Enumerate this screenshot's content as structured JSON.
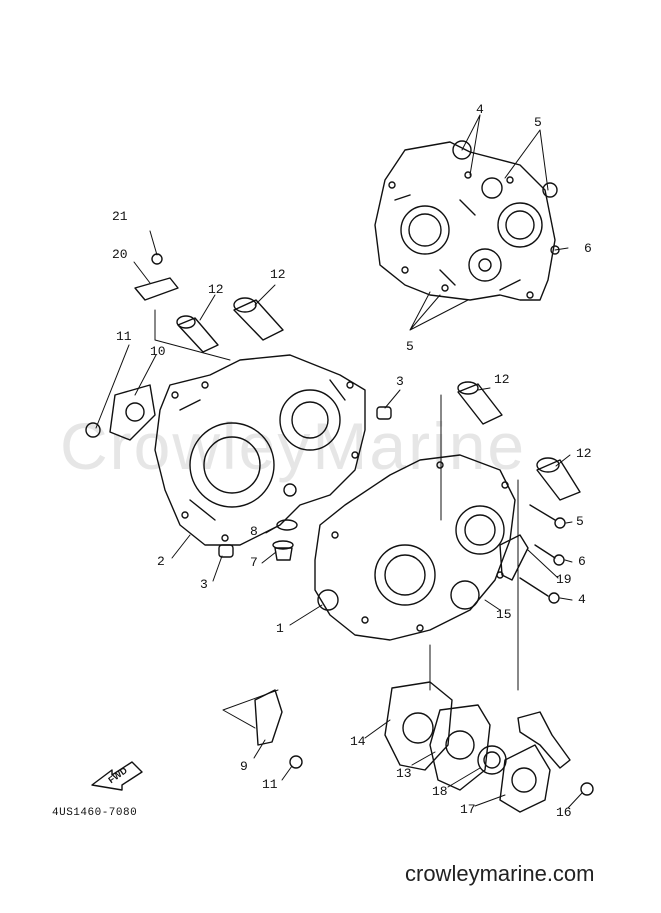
{
  "watermark": "CrowleyMarine",
  "footer": {
    "site": "crowleymarine.com"
  },
  "diagram_code": "4US1460-7080",
  "fwd_label": "FWD",
  "part_numbers": {
    "p1": "1",
    "p2": "2",
    "p3a": "3",
    "p3b": "3",
    "p4a": "4",
    "p4b": "4",
    "p5a": "5",
    "p5b": "5",
    "p5c": "5",
    "p6a": "6",
    "p6b": "6",
    "p7": "7",
    "p8": "8",
    "p9": "9",
    "p10": "10",
    "p11a": "11",
    "p11b": "11",
    "p12a": "12",
    "p12b": "12",
    "p12c": "12",
    "p12d": "12",
    "p13": "13",
    "p14": "14",
    "p15": "15",
    "p16": "16",
    "p17": "17",
    "p18": "18",
    "p19": "19",
    "p20": "20",
    "p21": "21"
  },
  "colors": {
    "ink": "#111111",
    "watermark": "#e6e6e6"
  }
}
